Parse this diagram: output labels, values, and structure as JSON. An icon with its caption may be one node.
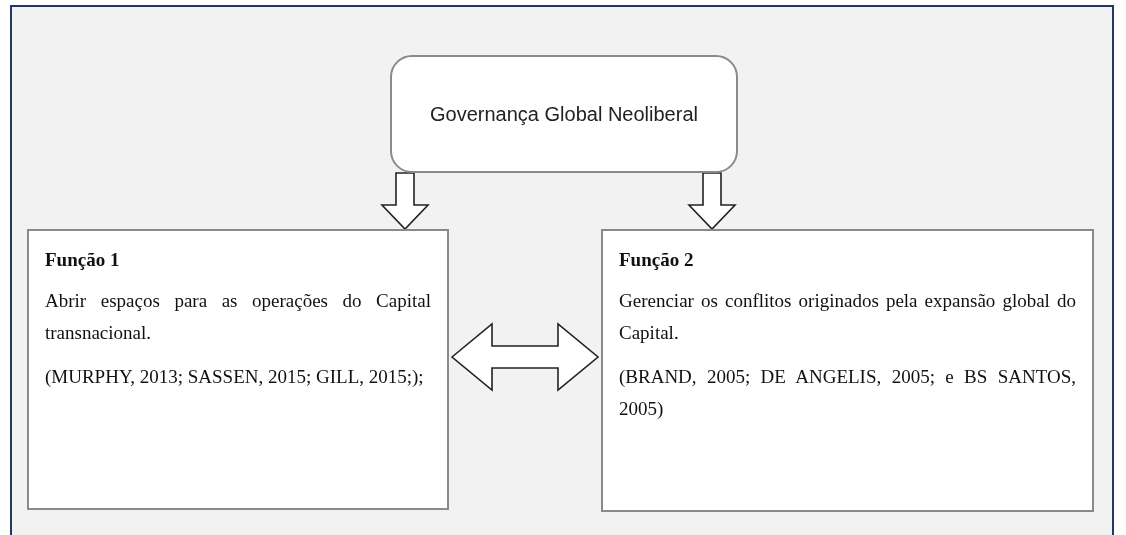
{
  "diagram": {
    "nodes": [
      {
        "text": [
          "Governança Global Neoliberal"
        ]
      },
      {
        "text": [
          "Função 1",
          "Abrir espaços para as operações do Capital transnacional.",
          "(MURPHY, 2013; SASSEN, 2015; GILL, 2015;);"
        ]
      },
      {
        "text": [
          "Função 2",
          "Gerenciar os conflitos originados pela expansão global do Capital.",
          "(BRAND, 2005; DE ANGELIS, 2005; e BS SANTOS, 2005)"
        ]
      }
    ],
    "edges": [
      {
        "from": 0,
        "to": 1,
        "arrow": "to"
      },
      {
        "from": 0,
        "to": 2,
        "arrow": "to"
      },
      {
        "from": 1,
        "to": 2,
        "arrow": "both"
      }
    ]
  }
}
